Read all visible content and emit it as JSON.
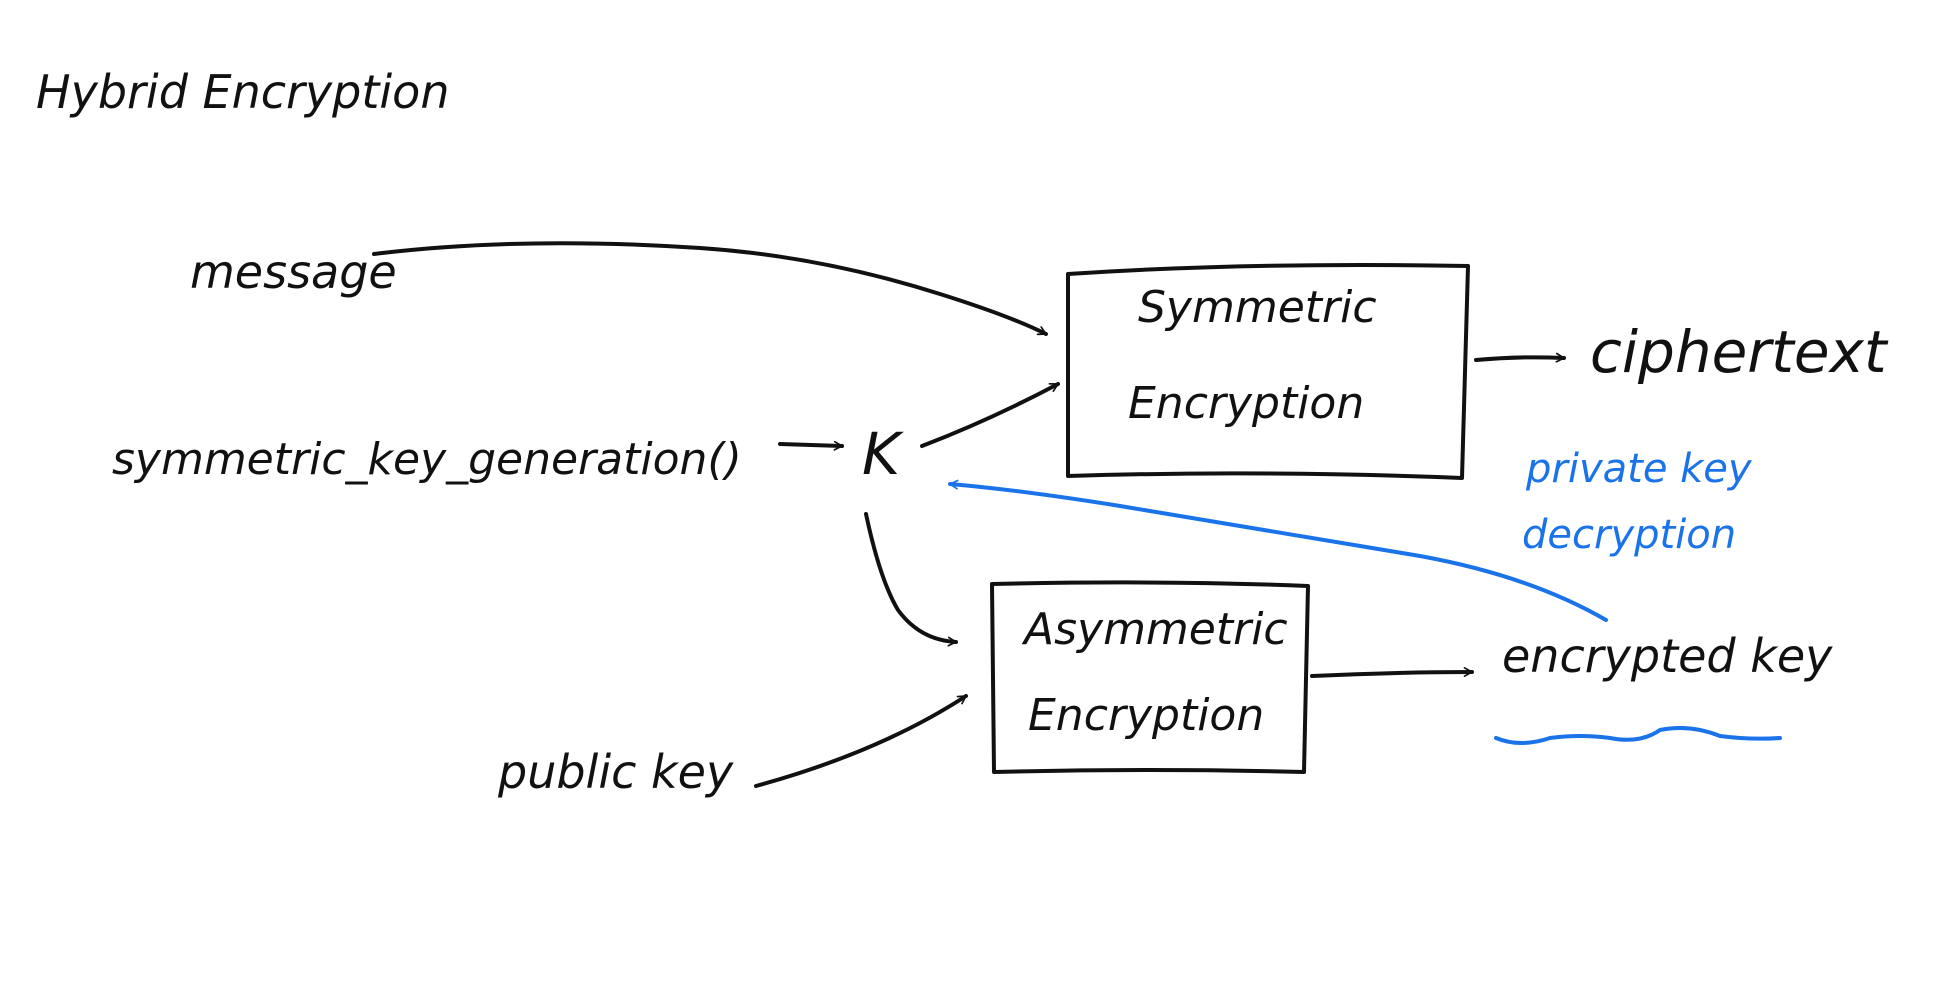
{
  "title": "Hybrid Encryption",
  "colors": {
    "ink": "#111111",
    "accent": "#1a73e8"
  },
  "nodes": {
    "message": "message",
    "key_gen": "symmetric_key_generation()",
    "k": "K",
    "public_key": "public key",
    "ciphertext": "ciphertext",
    "encrypted_key": "encrypted key"
  },
  "boxes": {
    "symmetric": {
      "line1": "Symmetric",
      "line2": "Encryption"
    },
    "asymmetric": {
      "line1": "Asymmetric",
      "line2": "Encryption"
    }
  },
  "annotation": {
    "line1": "private key",
    "line2": "decryption"
  }
}
